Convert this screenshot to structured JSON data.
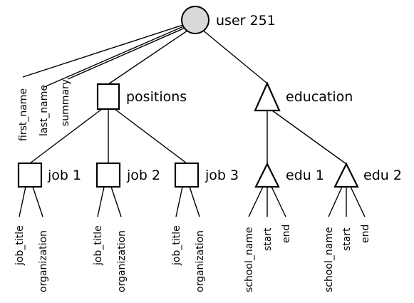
{
  "nodes": {
    "user": {
      "label": "user 251",
      "shape": "circle"
    },
    "positions": {
      "label": "positions",
      "shape": "square"
    },
    "education": {
      "label": "education",
      "shape": "triangle"
    },
    "job1": {
      "label": "job 1",
      "shape": "square"
    },
    "job2": {
      "label": "job 2",
      "shape": "square"
    },
    "job3": {
      "label": "job 3",
      "shape": "square"
    },
    "edu1": {
      "label": "edu 1",
      "shape": "triangle"
    },
    "edu2": {
      "label": "edu 2",
      "shape": "triangle"
    }
  },
  "attributes": {
    "user": [
      "first_name",
      "last_name",
      "summary"
    ],
    "job1": [
      "job_title",
      "organization"
    ],
    "job2": [
      "job_title",
      "organization"
    ],
    "job3": [
      "job_title",
      "organization"
    ],
    "edu1": [
      "school_name",
      "start",
      "end"
    ],
    "edu2": [
      "school_name",
      "start",
      "end"
    ]
  },
  "colors": {
    "root_fill": "#d9d9d9",
    "stroke": "#000000",
    "node_fill": "#ffffff"
  }
}
